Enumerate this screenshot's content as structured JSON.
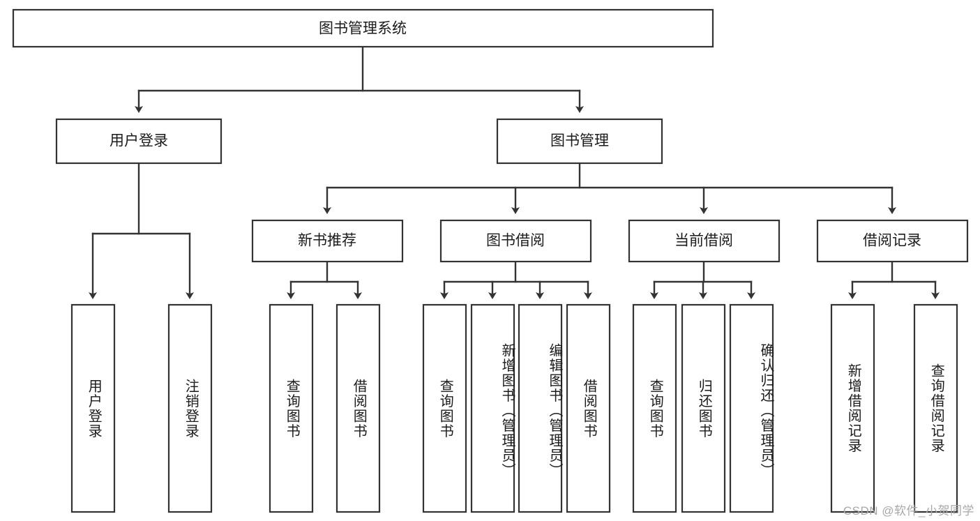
{
  "diagram": {
    "type": "tree-hierarchy",
    "title": "图书管理系统",
    "root": {
      "label": "图书管理系统"
    },
    "level2": [
      {
        "id": "user-login",
        "label": "用户登录"
      },
      {
        "id": "book-manage",
        "label": "图书管理"
      }
    ],
    "level3": [
      {
        "id": "new-book-recommend",
        "label": "新书推荐"
      },
      {
        "id": "book-borrow",
        "label": "图书借阅"
      },
      {
        "id": "current-borrow",
        "label": "当前借阅"
      },
      {
        "id": "borrow-record",
        "label": "借阅记录"
      }
    ],
    "leaves": [
      {
        "id": "leaf-user-login",
        "label": "用户登录",
        "parent": "user-login"
      },
      {
        "id": "leaf-logout-login",
        "label": "注销登录",
        "parent": "user-login"
      },
      {
        "id": "leaf-query-book-1",
        "label": "查询图书",
        "parent": "new-book-recommend"
      },
      {
        "id": "leaf-borrow-book-1",
        "label": "借阅图书",
        "parent": "new-book-recommend"
      },
      {
        "id": "leaf-query-book-2",
        "label": "查询图书",
        "parent": "book-borrow"
      },
      {
        "id": "leaf-add-book",
        "label": "新增图书（管理员）",
        "parent": "book-borrow"
      },
      {
        "id": "leaf-edit-book",
        "label": "编辑图书（管理员）",
        "parent": "book-borrow"
      },
      {
        "id": "leaf-borrow-book-2",
        "label": "借阅图书",
        "parent": "book-borrow"
      },
      {
        "id": "leaf-query-book-3",
        "label": "查询图书",
        "parent": "current-borrow"
      },
      {
        "id": "leaf-return-book",
        "label": "归还图书",
        "parent": "current-borrow"
      },
      {
        "id": "leaf-confirm-return",
        "label": "确认归还（管理员）",
        "parent": "current-borrow"
      },
      {
        "id": "leaf-add-record",
        "label": "新增借阅记录",
        "parent": "borrow-record"
      },
      {
        "id": "leaf-query-record",
        "label": "查询借阅记录",
        "parent": "borrow-record"
      }
    ],
    "colors": {
      "stroke": "#333333",
      "fill": "#ffffff",
      "text": "#1b1b1b",
      "watermark": "#a8a8a8"
    }
  },
  "watermark": {
    "text": "CSDN @软件_小贺同学"
  }
}
